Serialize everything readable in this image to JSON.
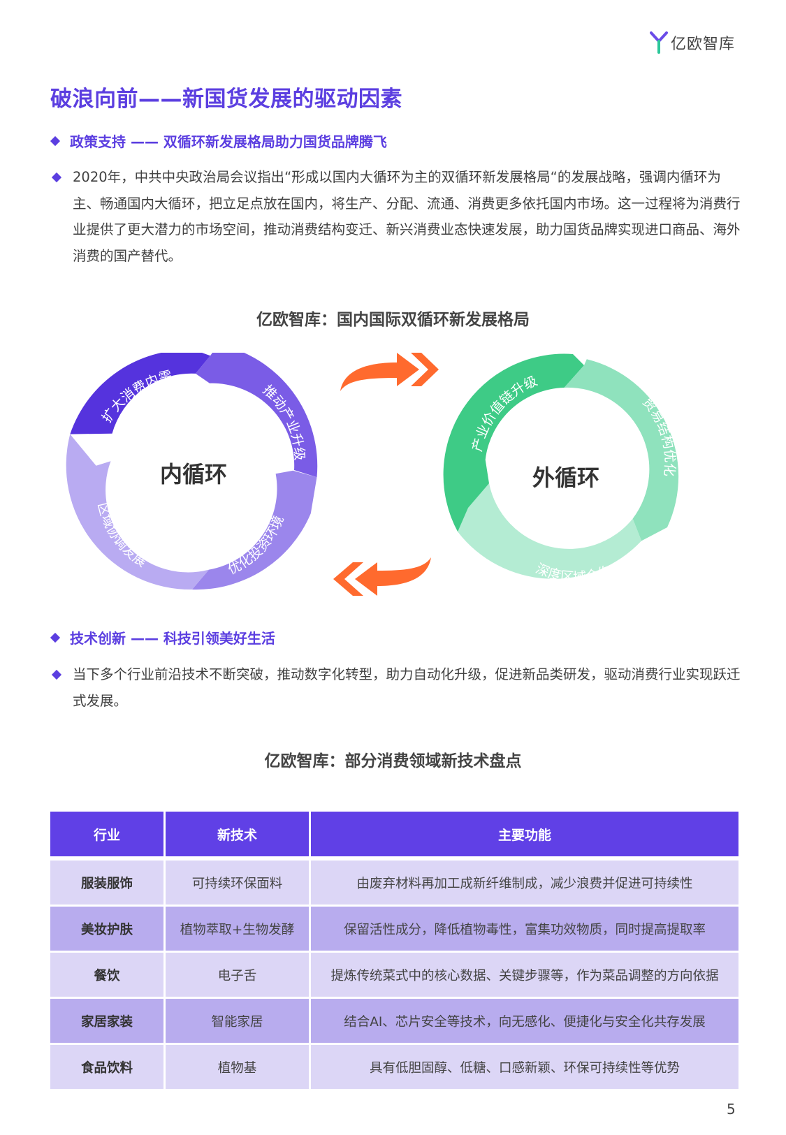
{
  "brand": {
    "logo_text": "亿欧智库"
  },
  "page_title": "破浪向前——新国货发展的驱动因素",
  "section1": {
    "heading": "政策支持 —— 双循环新发展格局助力国货品牌腾飞",
    "paragraph": "2020年，中共中央政治局会议指出“形成以国内大循环为主的双循环新发展格局“的发展战略，强调内循环为主、畅通国内大循环，把立足点放在国内，将生产、分配、流通、消费更多依托国内市场。这一过程将为消费行业提供了更大潜力的市场空间，推动消费结构变迁、新兴消费业态快速发展，助力国货品牌实现进口商品、海外消费的国产替代。"
  },
  "figure1": {
    "title": "亿欧智库：国内国际双循环新发展格局",
    "inner": {
      "center": "内循环",
      "segments": [
        "扩大消费内需",
        "推动产业升级",
        "优化投资环境",
        "区域协调发展"
      ],
      "colors": [
        "#5533dd",
        "#7a5ce6",
        "#9b86ec",
        "#b9abf2"
      ]
    },
    "outer": {
      "center": "外循环",
      "segments": [
        "产业价值链升级",
        "贸易结构优化",
        "深度区域合作"
      ],
      "colors": [
        "#3ecb86",
        "#8fe2bd",
        "#b4ecd3"
      ]
    },
    "arrow_color": "#ff6a2e"
  },
  "section2": {
    "heading": "技术创新 —— 科技引领美好生活",
    "paragraph": "当下多个行业前沿技术不断突破，推动数字化转型，助力自动化升级，促进新品类研发，驱动消费行业实现跃迁式发展。"
  },
  "table": {
    "title": "亿欧智库：部分消费领域新技术盘点",
    "headers": [
      "行业",
      "新技术",
      "主要功能"
    ],
    "rows": [
      [
        "服装服饰",
        "可持续环保面料",
        "由废弃材料再加工成新纤维制成，减少浪费并促进可持续性"
      ],
      [
        "美妆护肤",
        "植物萃取+生物发酵",
        "保留活性成分，降低植物毒性，富集功效物质，同时提高提取率"
      ],
      [
        "餐饮",
        "电子舌",
        "提炼传统菜式中的核心数据、关键步骤等，作为菜品调整的方向依据"
      ],
      [
        "家居家装",
        "智能家居",
        "结合AI、芯片安全等技术，向无感化、便捷化与安全化共存发展"
      ],
      [
        "食品饮料",
        "植物基",
        "具有低胆固醇、低糖、口感新颖、环保可持续性等优势"
      ]
    ]
  },
  "page_number": "5"
}
